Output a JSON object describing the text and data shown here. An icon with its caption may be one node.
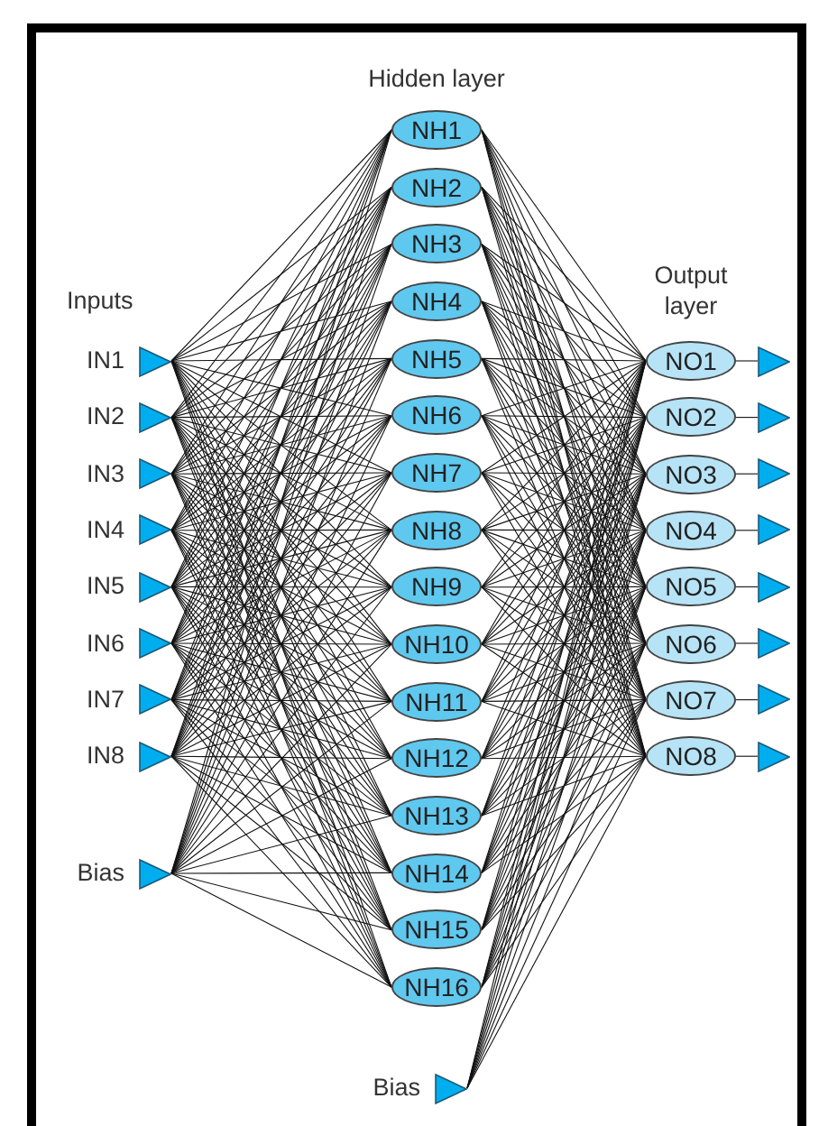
{
  "diagram": {
    "nodes": [
      {
        "text": [],
        "shape": "triangle",
        "beside": [
          "IN1"
        ]
      },
      {
        "text": [],
        "shape": "triangle",
        "beside": [
          "IN2"
        ]
      },
      {
        "text": [],
        "shape": "triangle",
        "beside": [
          "IN3"
        ]
      },
      {
        "text": [],
        "shape": "triangle",
        "beside": [
          "IN4"
        ]
      },
      {
        "text": [],
        "shape": "triangle",
        "beside": [
          "IN5"
        ]
      },
      {
        "text": [],
        "shape": "triangle",
        "beside": [
          "IN6"
        ]
      },
      {
        "text": [],
        "shape": "triangle",
        "beside": [
          "IN7"
        ]
      },
      {
        "text": [],
        "shape": "triangle",
        "beside": [
          "IN8"
        ]
      },
      {
        "text": [],
        "shape": "triangle",
        "beside": [
          "Bias"
        ]
      },
      {
        "text": [
          "NH1"
        ]
      },
      {
        "text": [
          "NH2"
        ]
      },
      {
        "text": [
          "NH3"
        ]
      },
      {
        "text": [
          "NH4"
        ]
      },
      {
        "text": [
          "NH5"
        ]
      },
      {
        "text": [
          "NH6"
        ]
      },
      {
        "text": [
          "NH7"
        ]
      },
      {
        "text": [
          "NH8"
        ]
      },
      {
        "text": [
          "NH9"
        ]
      },
      {
        "text": [
          "NH10"
        ]
      },
      {
        "text": [
          "NH11"
        ]
      },
      {
        "text": [
          "NH12"
        ]
      },
      {
        "text": [
          "NH13"
        ]
      },
      {
        "text": [
          "NH14"
        ]
      },
      {
        "text": [
          "NH15"
        ]
      },
      {
        "text": [
          "NH16"
        ]
      },
      {
        "text": [
          "NO1"
        ]
      },
      {
        "text": [
          "NO2"
        ]
      },
      {
        "text": [
          "NO3"
        ]
      },
      {
        "text": [
          "NO4"
        ]
      },
      {
        "text": [
          "NO5"
        ]
      },
      {
        "text": [
          "NO6"
        ]
      },
      {
        "text": [
          "NO7"
        ]
      },
      {
        "text": [
          "NO8"
        ]
      },
      {
        "text": [],
        "shape": "triangle"
      },
      {
        "text": [],
        "shape": "triangle"
      },
      {
        "text": [],
        "shape": "triangle"
      },
      {
        "text": [],
        "shape": "triangle"
      },
      {
        "text": [],
        "shape": "triangle"
      },
      {
        "text": [],
        "shape": "triangle"
      },
      {
        "text": [],
        "shape": "triangle"
      },
      {
        "text": [],
        "shape": "triangle"
      },
      {
        "text": [],
        "shape": "triangle",
        "beside": [
          "Bias"
        ]
      }
    ],
    "edges": [
      {
        "from": 0,
        "to": 9,
        "arrow": "none"
      },
      {
        "from": 0,
        "to": 10,
        "arrow": "none"
      },
      {
        "from": 0,
        "to": 11,
        "arrow": "none"
      },
      {
        "from": 0,
        "to": 12,
        "arrow": "none"
      },
      {
        "from": 0,
        "to": 13,
        "arrow": "none"
      },
      {
        "from": 0,
        "to": 14,
        "arrow": "none"
      },
      {
        "from": 0,
        "to": 15,
        "arrow": "none"
      },
      {
        "from": 0,
        "to": 16,
        "arrow": "none"
      },
      {
        "from": 0,
        "to": 17,
        "arrow": "none"
      },
      {
        "from": 0,
        "to": 18,
        "arrow": "none"
      },
      {
        "from": 0,
        "to": 19,
        "arrow": "none"
      },
      {
        "from": 0,
        "to": 20,
        "arrow": "none"
      },
      {
        "from": 0,
        "to": 21,
        "arrow": "none"
      },
      {
        "from": 0,
        "to": 22,
        "arrow": "none"
      },
      {
        "from": 0,
        "to": 23,
        "arrow": "none"
      },
      {
        "from": 0,
        "to": 24,
        "arrow": "none"
      },
      {
        "from": 1,
        "to": 9,
        "arrow": "none"
      },
      {
        "from": 1,
        "to": 10,
        "arrow": "none"
      },
      {
        "from": 1,
        "to": 11,
        "arrow": "none"
      },
      {
        "from": 1,
        "to": 12,
        "arrow": "none"
      },
      {
        "from": 1,
        "to": 13,
        "arrow": "none"
      },
      {
        "from": 1,
        "to": 14,
        "arrow": "none"
      },
      {
        "from": 1,
        "to": 15,
        "arrow": "none"
      },
      {
        "from": 1,
        "to": 16,
        "arrow": "none"
      },
      {
        "from": 1,
        "to": 17,
        "arrow": "none"
      },
      {
        "from": 1,
        "to": 18,
        "arrow": "none"
      },
      {
        "from": 1,
        "to": 19,
        "arrow": "none"
      },
      {
        "from": 1,
        "to": 20,
        "arrow": "none"
      },
      {
        "from": 1,
        "to": 21,
        "arrow": "none"
      },
      {
        "from": 1,
        "to": 22,
        "arrow": "none"
      },
      {
        "from": 1,
        "to": 23,
        "arrow": "none"
      },
      {
        "from": 1,
        "to": 24,
        "arrow": "none"
      },
      {
        "from": 2,
        "to": 9,
        "arrow": "none"
      },
      {
        "from": 2,
        "to": 10,
        "arrow": "none"
      },
      {
        "from": 2,
        "to": 11,
        "arrow": "none"
      },
      {
        "from": 2,
        "to": 12,
        "arrow": "none"
      },
      {
        "from": 2,
        "to": 13,
        "arrow": "none"
      },
      {
        "from": 2,
        "to": 14,
        "arrow": "none"
      },
      {
        "from": 2,
        "to": 15,
        "arrow": "none"
      },
      {
        "from": 2,
        "to": 16,
        "arrow": "none"
      },
      {
        "from": 2,
        "to": 17,
        "arrow": "none"
      },
      {
        "from": 2,
        "to": 18,
        "arrow": "none"
      },
      {
        "from": 2,
        "to": 19,
        "arrow": "none"
      },
      {
        "from": 2,
        "to": 20,
        "arrow": "none"
      },
      {
        "from": 2,
        "to": 21,
        "arrow": "none"
      },
      {
        "from": 2,
        "to": 22,
        "arrow": "none"
      },
      {
        "from": 2,
        "to": 23,
        "arrow": "none"
      },
      {
        "from": 2,
        "to": 24,
        "arrow": "none"
      },
      {
        "from": 3,
        "to": 9,
        "arrow": "none"
      },
      {
        "from": 3,
        "to": 10,
        "arrow": "none"
      },
      {
        "from": 3,
        "to": 11,
        "arrow": "none"
      },
      {
        "from": 3,
        "to": 12,
        "arrow": "none"
      },
      {
        "from": 3,
        "to": 13,
        "arrow": "none"
      },
      {
        "from": 3,
        "to": 14,
        "arrow": "none"
      },
      {
        "from": 3,
        "to": 15,
        "arrow": "none"
      },
      {
        "from": 3,
        "to": 16,
        "arrow": "none"
      },
      {
        "from": 3,
        "to": 17,
        "arrow": "none"
      },
      {
        "from": 3,
        "to": 18,
        "arrow": "none"
      },
      {
        "from": 3,
        "to": 19,
        "arrow": "none"
      },
      {
        "from": 3,
        "to": 20,
        "arrow": "none"
      },
      {
        "from": 3,
        "to": 21,
        "arrow": "none"
      },
      {
        "from": 3,
        "to": 22,
        "arrow": "none"
      },
      {
        "from": 3,
        "to": 23,
        "arrow": "none"
      },
      {
        "from": 3,
        "to": 24,
        "arrow": "none"
      },
      {
        "from": 4,
        "to": 9,
        "arrow": "none"
      },
      {
        "from": 4,
        "to": 10,
        "arrow": "none"
      },
      {
        "from": 4,
        "to": 11,
        "arrow": "none"
      },
      {
        "from": 4,
        "to": 12,
        "arrow": "none"
      },
      {
        "from": 4,
        "to": 13,
        "arrow": "none"
      },
      {
        "from": 4,
        "to": 14,
        "arrow": "none"
      },
      {
        "from": 4,
        "to": 15,
        "arrow": "none"
      },
      {
        "from": 4,
        "to": 16,
        "arrow": "none"
      },
      {
        "from": 4,
        "to": 17,
        "arrow": "none"
      },
      {
        "from": 4,
        "to": 18,
        "arrow": "none"
      },
      {
        "from": 4,
        "to": 19,
        "arrow": "none"
      },
      {
        "from": 4,
        "to": 20,
        "arrow": "none"
      },
      {
        "from": 4,
        "to": 21,
        "arrow": "none"
      },
      {
        "from": 4,
        "to": 22,
        "arrow": "none"
      },
      {
        "from": 4,
        "to": 23,
        "arrow": "none"
      },
      {
        "from": 4,
        "to": 24,
        "arrow": "none"
      },
      {
        "from": 5,
        "to": 9,
        "arrow": "none"
      },
      {
        "from": 5,
        "to": 10,
        "arrow": "none"
      },
      {
        "from": 5,
        "to": 11,
        "arrow": "none"
      },
      {
        "from": 5,
        "to": 12,
        "arrow": "none"
      },
      {
        "from": 5,
        "to": 13,
        "arrow": "none"
      },
      {
        "from": 5,
        "to": 14,
        "arrow": "none"
      },
      {
        "from": 5,
        "to": 15,
        "arrow": "none"
      },
      {
        "from": 5,
        "to": 16,
        "arrow": "none"
      },
      {
        "from": 5,
        "to": 17,
        "arrow": "none"
      },
      {
        "from": 5,
        "to": 18,
        "arrow": "none"
      },
      {
        "from": 5,
        "to": 19,
        "arrow": "none"
      },
      {
        "from": 5,
        "to": 20,
        "arrow": "none"
      },
      {
        "from": 5,
        "to": 21,
        "arrow": "none"
      },
      {
        "from": 5,
        "to": 22,
        "arrow": "none"
      },
      {
        "from": 5,
        "to": 23,
        "arrow": "none"
      },
      {
        "from": 5,
        "to": 24,
        "arrow": "none"
      },
      {
        "from": 6,
        "to": 9,
        "arrow": "none"
      },
      {
        "from": 6,
        "to": 10,
        "arrow": "none"
      },
      {
        "from": 6,
        "to": 11,
        "arrow": "none"
      },
      {
        "from": 6,
        "to": 12,
        "arrow": "none"
      },
      {
        "from": 6,
        "to": 13,
        "arrow": "none"
      },
      {
        "from": 6,
        "to": 14,
        "arrow": "none"
      },
      {
        "from": 6,
        "to": 15,
        "arrow": "none"
      },
      {
        "from": 6,
        "to": 16,
        "arrow": "none"
      },
      {
        "from": 6,
        "to": 17,
        "arrow": "none"
      },
      {
        "from": 6,
        "to": 18,
        "arrow": "none"
      },
      {
        "from": 6,
        "to": 19,
        "arrow": "none"
      },
      {
        "from": 6,
        "to": 20,
        "arrow": "none"
      },
      {
        "from": 6,
        "to": 21,
        "arrow": "none"
      },
      {
        "from": 6,
        "to": 22,
        "arrow": "none"
      },
      {
        "from": 6,
        "to": 23,
        "arrow": "none"
      },
      {
        "from": 6,
        "to": 24,
        "arrow": "none"
      },
      {
        "from": 7,
        "to": 9,
        "arrow": "none"
      },
      {
        "from": 7,
        "to": 10,
        "arrow": "none"
      },
      {
        "from": 7,
        "to": 11,
        "arrow": "none"
      },
      {
        "from": 7,
        "to": 12,
        "arrow": "none"
      },
      {
        "from": 7,
        "to": 13,
        "arrow": "none"
      },
      {
        "from": 7,
        "to": 14,
        "arrow": "none"
      },
      {
        "from": 7,
        "to": 15,
        "arrow": "none"
      },
      {
        "from": 7,
        "to": 16,
        "arrow": "none"
      },
      {
        "from": 7,
        "to": 17,
        "arrow": "none"
      },
      {
        "from": 7,
        "to": 18,
        "arrow": "none"
      },
      {
        "from": 7,
        "to": 19,
        "arrow": "none"
      },
      {
        "from": 7,
        "to": 20,
        "arrow": "none"
      },
      {
        "from": 7,
        "to": 21,
        "arrow": "none"
      },
      {
        "from": 7,
        "to": 22,
        "arrow": "none"
      },
      {
        "from": 7,
        "to": 23,
        "arrow": "none"
      },
      {
        "from": 7,
        "to": 24,
        "arrow": "none"
      },
      {
        "from": 8,
        "to": 9,
        "arrow": "none"
      },
      {
        "from": 8,
        "to": 10,
        "arrow": "none"
      },
      {
        "from": 8,
        "to": 11,
        "arrow": "none"
      },
      {
        "from": 8,
        "to": 12,
        "arrow": "none"
      },
      {
        "from": 8,
        "to": 13,
        "arrow": "none"
      },
      {
        "from": 8,
        "to": 14,
        "arrow": "none"
      },
      {
        "from": 8,
        "to": 15,
        "arrow": "none"
      },
      {
        "from": 8,
        "to": 16,
        "arrow": "none"
      },
      {
        "from": 8,
        "to": 17,
        "arrow": "none"
      },
      {
        "from": 8,
        "to": 18,
        "arrow": "none"
      },
      {
        "from": 8,
        "to": 19,
        "arrow": "none"
      },
      {
        "from": 8,
        "to": 20,
        "arrow": "none"
      },
      {
        "from": 8,
        "to": 21,
        "arrow": "none"
      },
      {
        "from": 8,
        "to": 22,
        "arrow": "none"
      },
      {
        "from": 8,
        "to": 23,
        "arrow": "none"
      },
      {
        "from": 8,
        "to": 24,
        "arrow": "none"
      },
      {
        "from": 9,
        "to": 25,
        "arrow": "none"
      },
      {
        "from": 9,
        "to": 26,
        "arrow": "none"
      },
      {
        "from": 9,
        "to": 27,
        "arrow": "none"
      },
      {
        "from": 9,
        "to": 28,
        "arrow": "none"
      },
      {
        "from": 9,
        "to": 29,
        "arrow": "none"
      },
      {
        "from": 9,
        "to": 30,
        "arrow": "none"
      },
      {
        "from": 9,
        "to": 31,
        "arrow": "none"
      },
      {
        "from": 9,
        "to": 32,
        "arrow": "none"
      },
      {
        "from": 10,
        "to": 25,
        "arrow": "none"
      },
      {
        "from": 10,
        "to": 26,
        "arrow": "none"
      },
      {
        "from": 10,
        "to": 27,
        "arrow": "none"
      },
      {
        "from": 10,
        "to": 28,
        "arrow": "none"
      },
      {
        "from": 10,
        "to": 29,
        "arrow": "none"
      },
      {
        "from": 10,
        "to": 30,
        "arrow": "none"
      },
      {
        "from": 10,
        "to": 31,
        "arrow": "none"
      },
      {
        "from": 10,
        "to": 32,
        "arrow": "none"
      },
      {
        "from": 11,
        "to": 25,
        "arrow": "none"
      },
      {
        "from": 11,
        "to": 26,
        "arrow": "none"
      },
      {
        "from": 11,
        "to": 27,
        "arrow": "none"
      },
      {
        "from": 11,
        "to": 28,
        "arrow": "none"
      },
      {
        "from": 11,
        "to": 29,
        "arrow": "none"
      },
      {
        "from": 11,
        "to": 30,
        "arrow": "none"
      },
      {
        "from": 11,
        "to": 31,
        "arrow": "none"
      },
      {
        "from": 11,
        "to": 32,
        "arrow": "none"
      },
      {
        "from": 12,
        "to": 25,
        "arrow": "none"
      },
      {
        "from": 12,
        "to": 26,
        "arrow": "none"
      },
      {
        "from": 12,
        "to": 27,
        "arrow": "none"
      },
      {
        "from": 12,
        "to": 28,
        "arrow": "none"
      },
      {
        "from": 12,
        "to": 29,
        "arrow": "none"
      },
      {
        "from": 12,
        "to": 30,
        "arrow": "none"
      },
      {
        "from": 12,
        "to": 31,
        "arrow": "none"
      },
      {
        "from": 12,
        "to": 32,
        "arrow": "none"
      },
      {
        "from": 13,
        "to": 25,
        "arrow": "none"
      },
      {
        "from": 13,
        "to": 26,
        "arrow": "none"
      },
      {
        "from": 13,
        "to": 27,
        "arrow": "none"
      },
      {
        "from": 13,
        "to": 28,
        "arrow": "none"
      },
      {
        "from": 13,
        "to": 29,
        "arrow": "none"
      },
      {
        "from": 13,
        "to": 30,
        "arrow": "none"
      },
      {
        "from": 13,
        "to": 31,
        "arrow": "none"
      },
      {
        "from": 13,
        "to": 32,
        "arrow": "none"
      },
      {
        "from": 14,
        "to": 25,
        "arrow": "none"
      },
      {
        "from": 14,
        "to": 26,
        "arrow": "none"
      },
      {
        "from": 14,
        "to": 27,
        "arrow": "none"
      },
      {
        "from": 14,
        "to": 28,
        "arrow": "none"
      },
      {
        "from": 14,
        "to": 29,
        "arrow": "none"
      },
      {
        "from": 14,
        "to": 30,
        "arrow": "none"
      },
      {
        "from": 14,
        "to": 31,
        "arrow": "none"
      },
      {
        "from": 14,
        "to": 32,
        "arrow": "none"
      },
      {
        "from": 15,
        "to": 25,
        "arrow": "none"
      },
      {
        "from": 15,
        "to": 26,
        "arrow": "none"
      },
      {
        "from": 15,
        "to": 27,
        "arrow": "none"
      },
      {
        "from": 15,
        "to": 28,
        "arrow": "none"
      },
      {
        "from": 15,
        "to": 29,
        "arrow": "none"
      },
      {
        "from": 15,
        "to": 30,
        "arrow": "none"
      },
      {
        "from": 15,
        "to": 31,
        "arrow": "none"
      },
      {
        "from": 15,
        "to": 32,
        "arrow": "none"
      },
      {
        "from": 16,
        "to": 25,
        "arrow": "none"
      },
      {
        "from": 16,
        "to": 26,
        "arrow": "none"
      },
      {
        "from": 16,
        "to": 27,
        "arrow": "none"
      },
      {
        "from": 16,
        "to": 28,
        "arrow": "none"
      },
      {
        "from": 16,
        "to": 29,
        "arrow": "none"
      },
      {
        "from": 16,
        "to": 30,
        "arrow": "none"
      },
      {
        "from": 16,
        "to": 31,
        "arrow": "none"
      },
      {
        "from": 16,
        "to": 32,
        "arrow": "none"
      },
      {
        "from": 17,
        "to": 25,
        "arrow": "none"
      },
      {
        "from": 17,
        "to": 26,
        "arrow": "none"
      },
      {
        "from": 17,
        "to": 27,
        "arrow": "none"
      },
      {
        "from": 17,
        "to": 28,
        "arrow": "none"
      },
      {
        "from": 17,
        "to": 29,
        "arrow": "none"
      },
      {
        "from": 17,
        "to": 30,
        "arrow": "none"
      },
      {
        "from": 17,
        "to": 31,
        "arrow": "none"
      },
      {
        "from": 17,
        "to": 32,
        "arrow": "none"
      },
      {
        "from": 18,
        "to": 25,
        "arrow": "none"
      },
      {
        "from": 18,
        "to": 26,
        "arrow": "none"
      },
      {
        "from": 18,
        "to": 27,
        "arrow": "none"
      },
      {
        "from": 18,
        "to": 28,
        "arrow": "none"
      },
      {
        "from": 18,
        "to": 29,
        "arrow": "none"
      },
      {
        "from": 18,
        "to": 30,
        "arrow": "none"
      },
      {
        "from": 18,
        "to": 31,
        "arrow": "none"
      },
      {
        "from": 18,
        "to": 32,
        "arrow": "none"
      },
      {
        "from": 19,
        "to": 25,
        "arrow": "none"
      },
      {
        "from": 19,
        "to": 26,
        "arrow": "none"
      },
      {
        "from": 19,
        "to": 27,
        "arrow": "none"
      },
      {
        "from": 19,
        "to": 28,
        "arrow": "none"
      },
      {
        "from": 19,
        "to": 29,
        "arrow": "none"
      },
      {
        "from": 19,
        "to": 30,
        "arrow": "none"
      },
      {
        "from": 19,
        "to": 31,
        "arrow": "none"
      },
      {
        "from": 19,
        "to": 32,
        "arrow": "none"
      },
      {
        "from": 20,
        "to": 25,
        "arrow": "none"
      },
      {
        "from": 20,
        "to": 26,
        "arrow": "none"
      },
      {
        "from": 20,
        "to": 27,
        "arrow": "none"
      },
      {
        "from": 20,
        "to": 28,
        "arrow": "none"
      },
      {
        "from": 20,
        "to": 29,
        "arrow": "none"
      },
      {
        "from": 20,
        "to": 30,
        "arrow": "none"
      },
      {
        "from": 20,
        "to": 31,
        "arrow": "none"
      },
      {
        "from": 20,
        "to": 32,
        "arrow": "none"
      },
      {
        "from": 21,
        "to": 25,
        "arrow": "none"
      },
      {
        "from": 21,
        "to": 26,
        "arrow": "none"
      },
      {
        "from": 21,
        "to": 27,
        "arrow": "none"
      },
      {
        "from": 21,
        "to": 28,
        "arrow": "none"
      },
      {
        "from": 21,
        "to": 29,
        "arrow": "none"
      },
      {
        "from": 21,
        "to": 30,
        "arrow": "none"
      },
      {
        "from": 21,
        "to": 31,
        "arrow": "none"
      },
      {
        "from": 21,
        "to": 32,
        "arrow": "none"
      },
      {
        "from": 22,
        "to": 25,
        "arrow": "none"
      },
      {
        "from": 22,
        "to": 26,
        "arrow": "none"
      },
      {
        "from": 22,
        "to": 27,
        "arrow": "none"
      },
      {
        "from": 22,
        "to": 28,
        "arrow": "none"
      },
      {
        "from": 22,
        "to": 29,
        "arrow": "none"
      },
      {
        "from": 22,
        "to": 30,
        "arrow": "none"
      },
      {
        "from": 22,
        "to": 31,
        "arrow": "none"
      },
      {
        "from": 22,
        "to": 32,
        "arrow": "none"
      },
      {
        "from": 23,
        "to": 25,
        "arrow": "none"
      },
      {
        "from": 23,
        "to": 26,
        "arrow": "none"
      },
      {
        "from": 23,
        "to": 27,
        "arrow": "none"
      },
      {
        "from": 23,
        "to": 28,
        "arrow": "none"
      },
      {
        "from": 23,
        "to": 29,
        "arrow": "none"
      },
      {
        "from": 23,
        "to": 30,
        "arrow": "none"
      },
      {
        "from": 23,
        "to": 31,
        "arrow": "none"
      },
      {
        "from": 23,
        "to": 32,
        "arrow": "none"
      },
      {
        "from": 24,
        "to": 25,
        "arrow": "none"
      },
      {
        "from": 24,
        "to": 26,
        "arrow": "none"
      },
      {
        "from": 24,
        "to": 27,
        "arrow": "none"
      },
      {
        "from": 24,
        "to": 28,
        "arrow": "none"
      },
      {
        "from": 24,
        "to": 29,
        "arrow": "none"
      },
      {
        "from": 24,
        "to": 30,
        "arrow": "none"
      },
      {
        "from": 24,
        "to": 31,
        "arrow": "none"
      },
      {
        "from": 24,
        "to": 32,
        "arrow": "none"
      },
      {
        "from": 41,
        "to": 25,
        "arrow": "none"
      },
      {
        "from": 41,
        "to": 26,
        "arrow": "none"
      },
      {
        "from": 41,
        "to": 27,
        "arrow": "none"
      },
      {
        "from": 41,
        "to": 28,
        "arrow": "none"
      },
      {
        "from": 41,
        "to": 29,
        "arrow": "none"
      },
      {
        "from": 41,
        "to": 30,
        "arrow": "none"
      },
      {
        "from": 41,
        "to": 31,
        "arrow": "none"
      },
      {
        "from": 41,
        "to": 32,
        "arrow": "none"
      },
      {
        "from": 25,
        "to": 33,
        "arrow": "none"
      },
      {
        "from": 26,
        "to": 34,
        "arrow": "none"
      },
      {
        "from": 27,
        "to": 35,
        "arrow": "none"
      },
      {
        "from": 28,
        "to": 36,
        "arrow": "none"
      },
      {
        "from": 29,
        "to": 37,
        "arrow": "none"
      },
      {
        "from": 30,
        "to": 38,
        "arrow": "none"
      },
      {
        "from": 31,
        "to": 39,
        "arrow": "none"
      },
      {
        "from": 32,
        "to": 40,
        "arrow": "none"
      }
    ],
    "labels": [
      "Hidden layer",
      "Inputs",
      "Output layer"
    ]
  }
}
